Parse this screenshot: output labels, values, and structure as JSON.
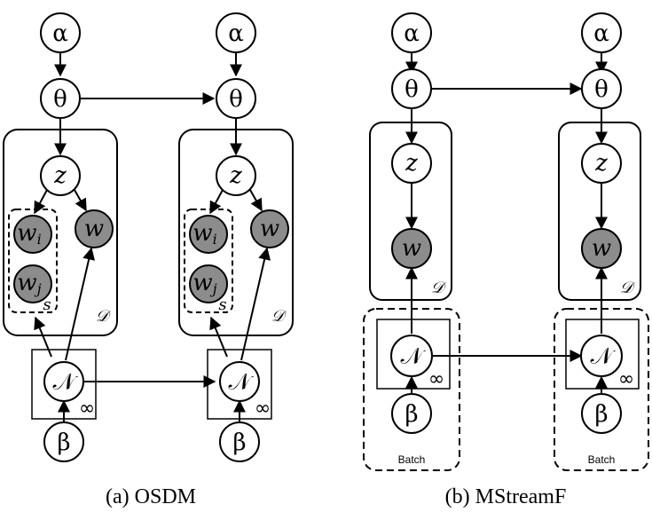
{
  "captions": {
    "left": "(a) OSDM",
    "right": "(b) MStreamF"
  },
  "symbols": {
    "alpha": "α",
    "theta": "θ",
    "z": "z",
    "w": "w",
    "wi_base": "w",
    "wi_sub": "i",
    "wj_base": "w",
    "wj_sub": "j",
    "n": "𝒩",
    "beta": "β",
    "plate_d": "𝒟",
    "plate_s": "s",
    "infinity": "∞",
    "batch": "Batch"
  },
  "colors": {
    "observed_fill": "#8c8c8c",
    "latent_fill": "#ffffff",
    "stroke": "#000000"
  }
}
